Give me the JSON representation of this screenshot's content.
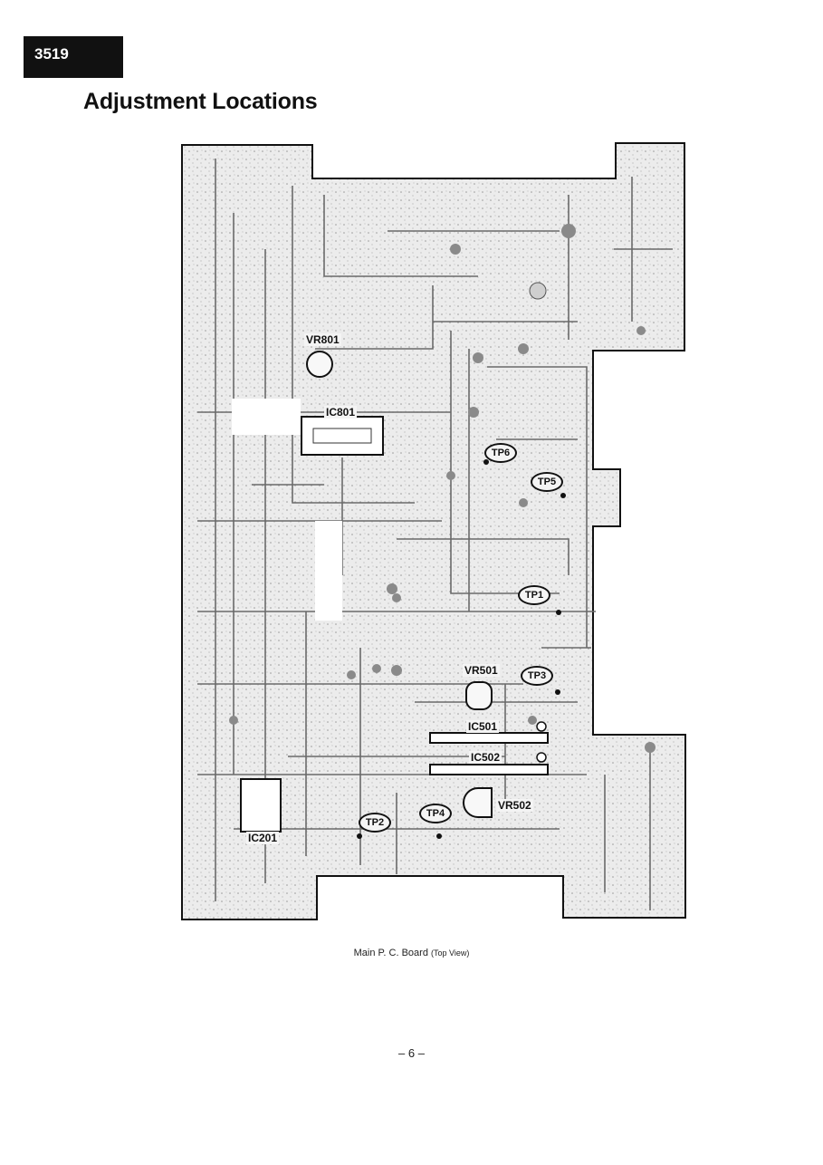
{
  "header": {
    "model_number": "3519",
    "title": "Adjustment Locations"
  },
  "board": {
    "components": {
      "vr801": "VR801",
      "ic801": "IC801",
      "vr501": "VR501",
      "ic501": "IC501",
      "ic502": "IC502",
      "vr502": "VR502",
      "ic201": "IC201"
    },
    "test_points": {
      "tp1": "TP1",
      "tp2": "TP2",
      "tp3": "TP3",
      "tp4": "TP4",
      "tp5": "TP5",
      "tp6": "TP6"
    }
  },
  "caption": {
    "main": "Main P. C. Board",
    "view": "(Top View)"
  },
  "page_number": "– 6 –"
}
